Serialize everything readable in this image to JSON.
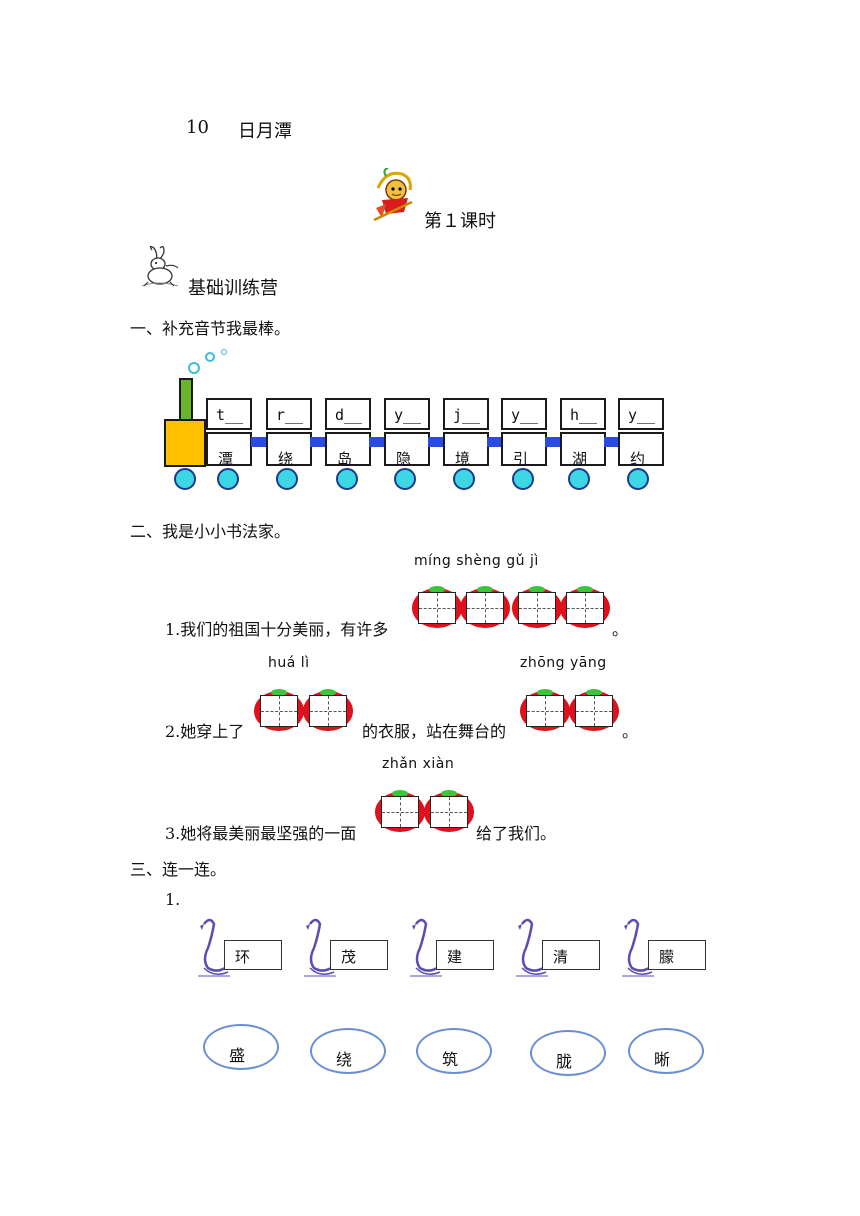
{
  "lesson": {
    "number": "10",
    "title": "日月潭"
  },
  "period": "第１课时",
  "section_heading": "基础训练营",
  "q1": {
    "title": "一、补充音节我最棒。",
    "cars": [
      {
        "syllable": "t__",
        "char": "潭"
      },
      {
        "syllable": "r__",
        "char": "绕"
      },
      {
        "syllable": "d__",
        "char": "岛"
      },
      {
        "syllable": "y__",
        "char": "隐"
      },
      {
        "syllable": "j__",
        "char": "境"
      },
      {
        "syllable": "y__",
        "char": "引"
      },
      {
        "syllable": "h__",
        "char": "湖"
      },
      {
        "syllable": "y__",
        "char": "约"
      }
    ]
  },
  "q2": {
    "title": "二、我是小小书法家。",
    "s1": {
      "pinyin": "míng   shèng   gǔ  jì",
      "text": "1.我们的祖国十分美丽，有许多",
      "end": "。"
    },
    "s2": {
      "pinyin_a": "huá   lì",
      "pinyin_b": "zhōng   yāng",
      "text_a": "2.她穿上了",
      "text_b": "的衣服，站在舞台的",
      "end": "。"
    },
    "s3": {
      "pinyin": "zhǎn   xiàn",
      "text": "3.她将最美丽最坚强的一面",
      "end": "给了我们。"
    }
  },
  "q3": {
    "title": "三、连一连。",
    "number": "1.",
    "top": [
      "环",
      "茂",
      "建",
      "清",
      "朦"
    ],
    "bottom": [
      "盛",
      "绕",
      "筑",
      "胧",
      "晰"
    ]
  },
  "colors": {
    "tomato": "#e0101c",
    "wheel": "#3dd6e5",
    "coupler": "#2b4be0",
    "engine": "#ffc000",
    "chimney": "#6ab52a",
    "oval": "#6b8fd6"
  }
}
